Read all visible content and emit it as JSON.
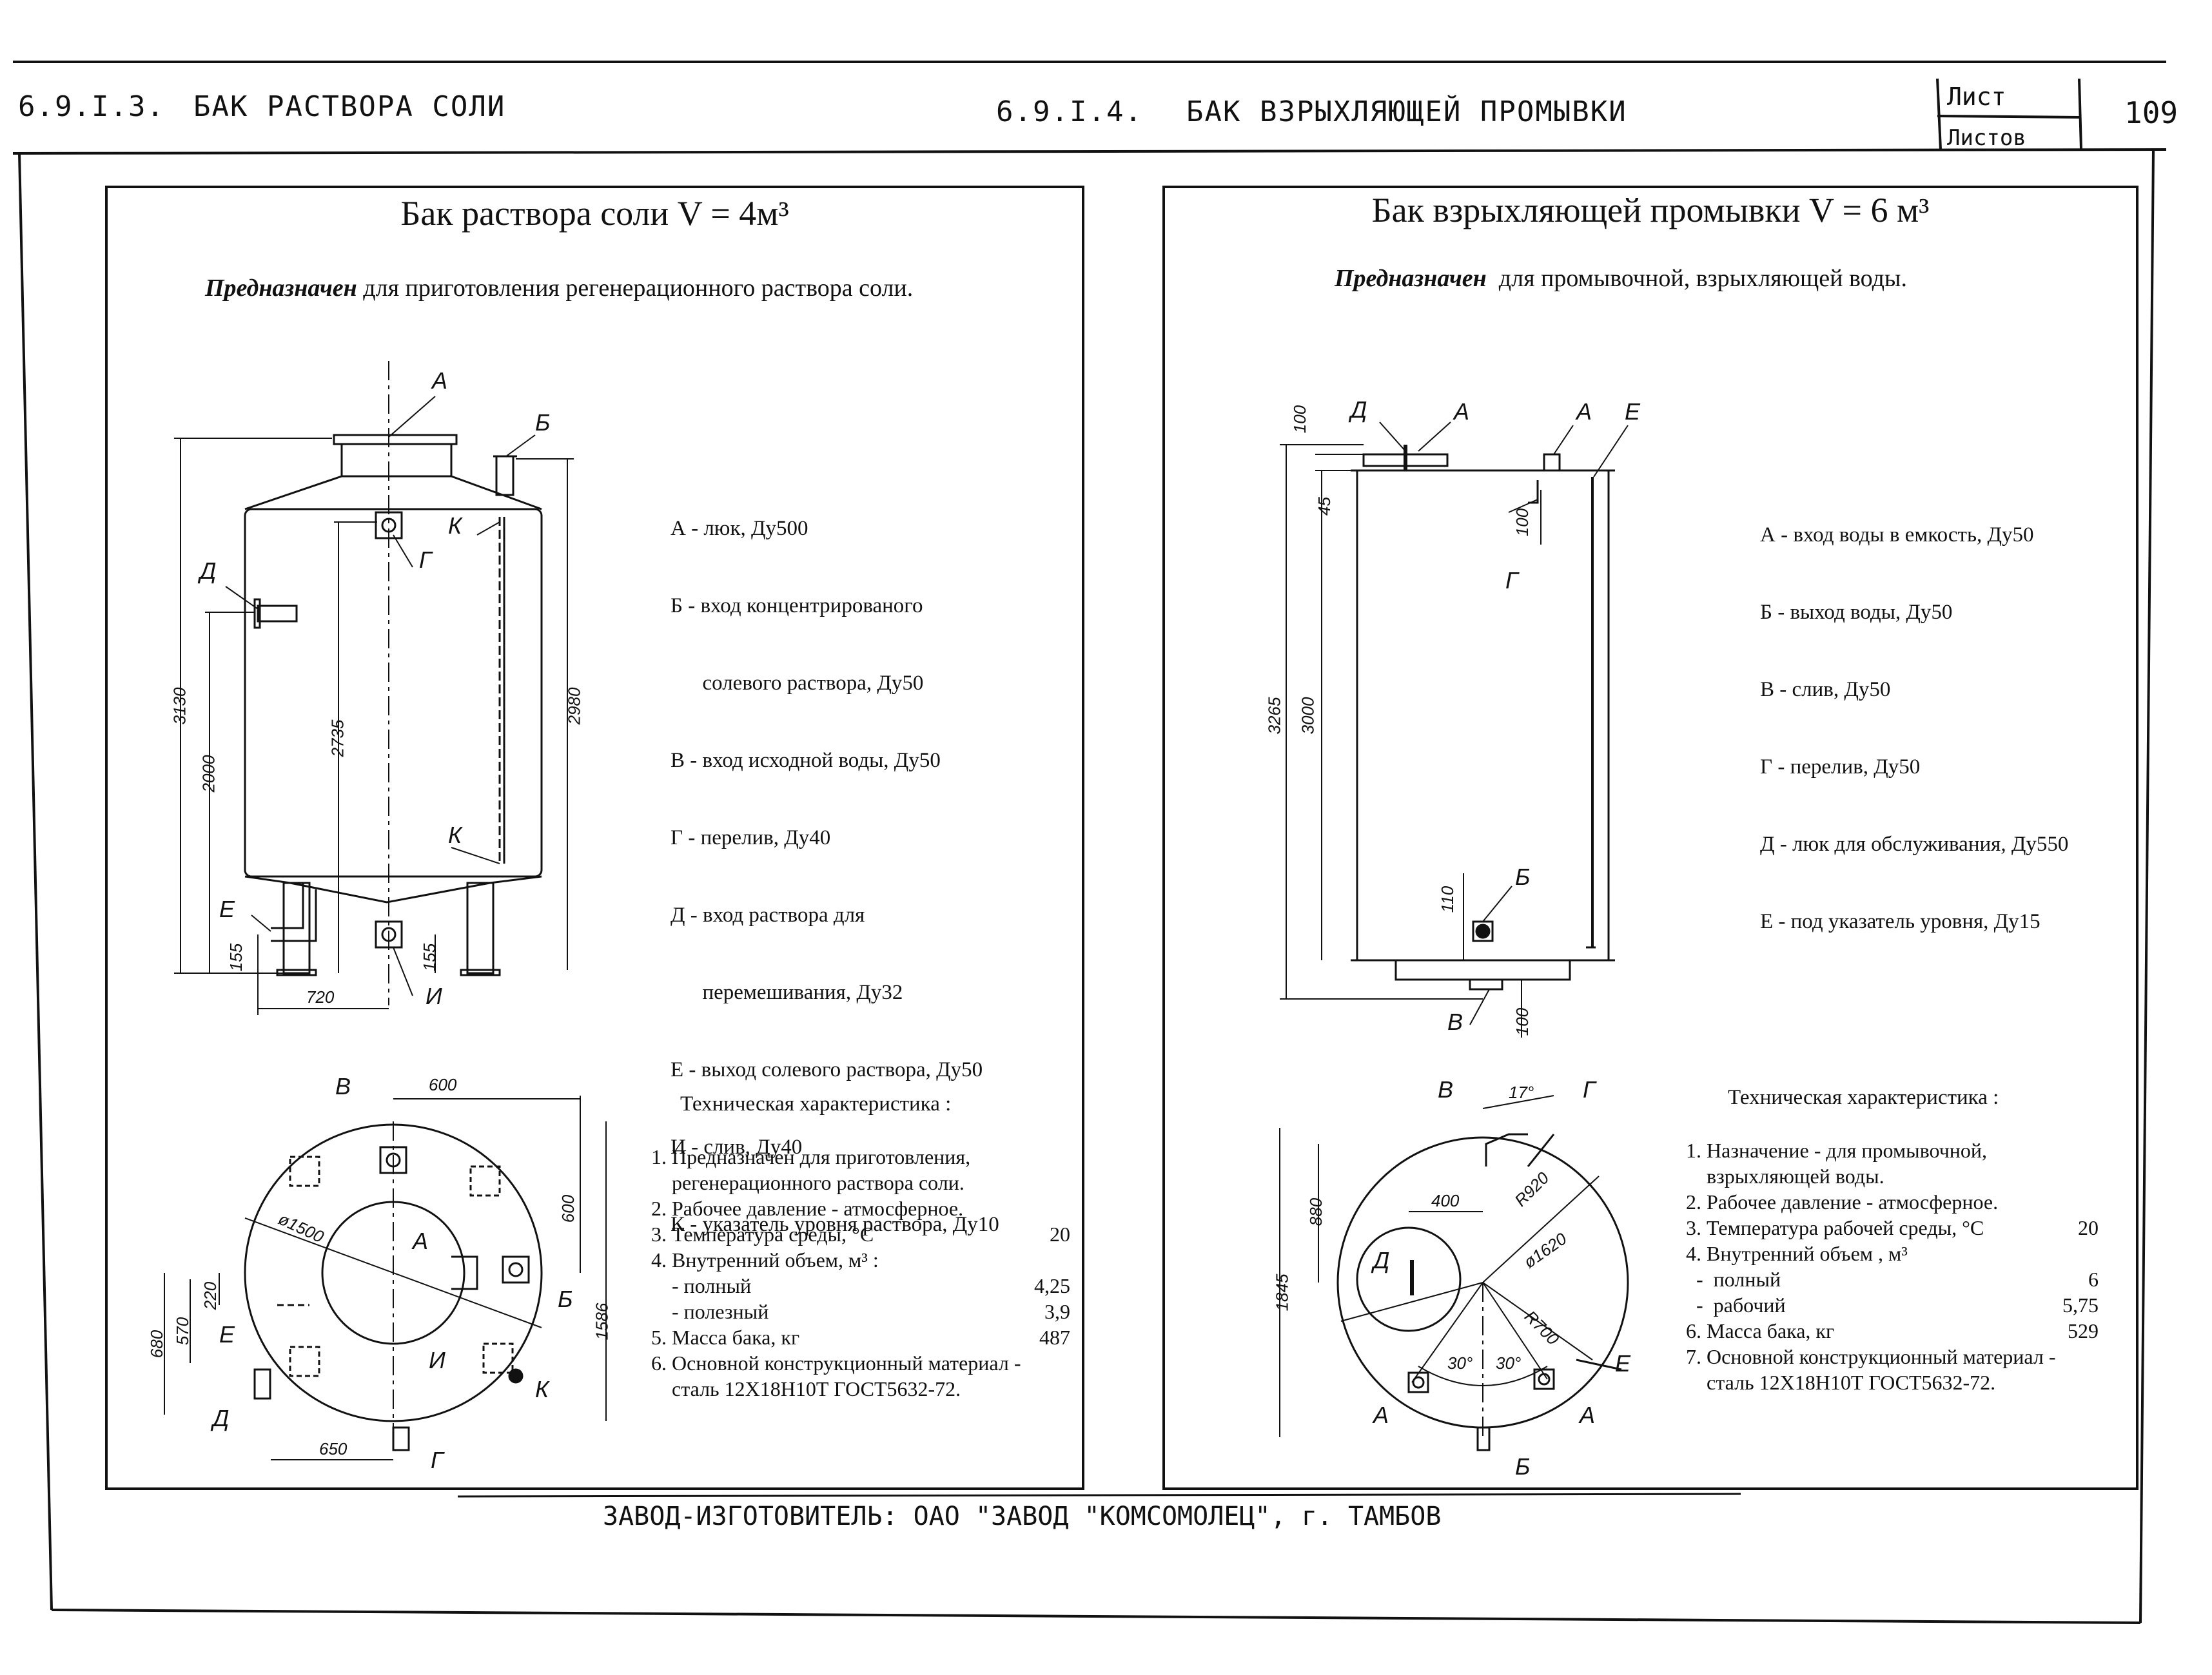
{
  "header": {
    "left_code": "6.9.I.3.",
    "left_title": "БАК РАСТВОРА СОЛИ",
    "mid_code": "6.9.I.4.",
    "mid_title": "БАК ВЗРЫХЛЯЮЩЕЙ ПРОМЫВКИ",
    "sheet_label": "Лист",
    "sheets_label": "Листов",
    "sheet_number": "109"
  },
  "left": {
    "title": "Бак раствора соли V = 4м³",
    "purpose_lead": "Предназначен",
    "purpose_text": "для приготовления регенерационного раствора соли.",
    "legend": [
      "А - люк, Ду500",
      "Б - вход концентрированого",
      "      солевого раствора, Ду50",
      "В - вход исходной воды, Ду50",
      "Г - перелив, Ду40",
      "Д - вход раствора для",
      "      перемешивания, Ду32",
      "Е - выход солевого раствора, Ду50",
      "И - слив, Ду40",
      "К - указатель уровня раствора, Ду10"
    ],
    "tech_heading": "Техническая характеристика :",
    "tech": [
      {
        "text": "1. Предназначен для приготовления,",
        "value": ""
      },
      {
        "text": "    регенерационного раствора соли.",
        "value": ""
      },
      {
        "text": "2. Рабочее давление - атмосферное.",
        "value": ""
      },
      {
        "text": "3. Температура среды, °С",
        "value": "20"
      },
      {
        "text": "4. Внутренний объем, м³ :",
        "value": ""
      },
      {
        "text": "    - полный",
        "value": "4,25"
      },
      {
        "text": "    - полезный",
        "value": "3,9"
      },
      {
        "text": "5. Масса бака, кг",
        "value": "487"
      },
      {
        "text": "6. Основной конструкционный материал -",
        "value": ""
      },
      {
        "text": "    сталь 12Х18Н10Т ГОСТ5632-72.",
        "value": ""
      }
    ],
    "dims": {
      "d3130": "3130",
      "d2000": "2000",
      "d2735": "2735",
      "d2980": "2980",
      "d155a": "155",
      "d155b": "155",
      "d720": "720",
      "d600a": "600",
      "d600b": "600",
      "d1500": "ø1500",
      "d220": "220",
      "d570": "570",
      "d680": "680",
      "d1586": "1586",
      "d650": "650"
    },
    "labels": {
      "A": "А",
      "B": "Б",
      "V": "В",
      "G": "Г",
      "D": "Д",
      "E": "Е",
      "I": "И",
      "K": "К"
    }
  },
  "right": {
    "title": "Бак взрыхляющей промывки V = 6 м³",
    "purpose_lead": "Предназначен",
    "purpose_text": "для промывочной, взрыхляющей воды.",
    "legend": [
      "А - вход воды в емкость, Ду50",
      "Б - выход воды, Ду50",
      "В - слив, Ду50",
      "Г - перелив, Ду50",
      "Д - люк для обслуживания, Ду550",
      "Е - под указатель уровня, Ду15"
    ],
    "tech_heading": "Техническая характеристика :",
    "tech": [
      {
        "text": "1. Назначение - для промывочной,",
        "value": ""
      },
      {
        "text": "    взрыхляющей воды.",
        "value": ""
      },
      {
        "text": "2. Рабочее давление - атмосферное.",
        "value": ""
      },
      {
        "text": "3. Температура рабочей среды, °С",
        "value": "20"
      },
      {
        "text": "4. Внутренний объем , м³",
        "value": ""
      },
      {
        "text": "  -  полный",
        "value": "6"
      },
      {
        "text": "  -  рабочий",
        "value": "5,75"
      },
      {
        "text": "6. Масса бака, кг",
        "value": "529"
      },
      {
        "text": "7. Основной конструкционный материал -",
        "value": ""
      },
      {
        "text": "    сталь 12Х18Н10Т ГОСТ5632-72.",
        "value": ""
      }
    ],
    "dims": {
      "d100a": "100",
      "d45": "45",
      "d100b": "100",
      "d3265": "3265",
      "d3000": "3000",
      "d110": "110",
      "d100c": "100",
      "d17": "17°",
      "d880": "880",
      "d400": "400",
      "dR920": "R920",
      "d1620": "ø1620",
      "d1845": "1845",
      "dR700": "R700",
      "d30a": "30°",
      "d30b": "30°"
    },
    "labels": {
      "A": "А",
      "B": "Б",
      "V": "В",
      "G": "Г",
      "D": "Д",
      "E": "Е"
    }
  },
  "footer": {
    "manufacturer": "ЗАВОД-ИЗГОТОВИТЕЛЬ: ОАО \"ЗАВОД \"КОМСОМОЛЕЦ\", г. ТАМБОВ"
  }
}
